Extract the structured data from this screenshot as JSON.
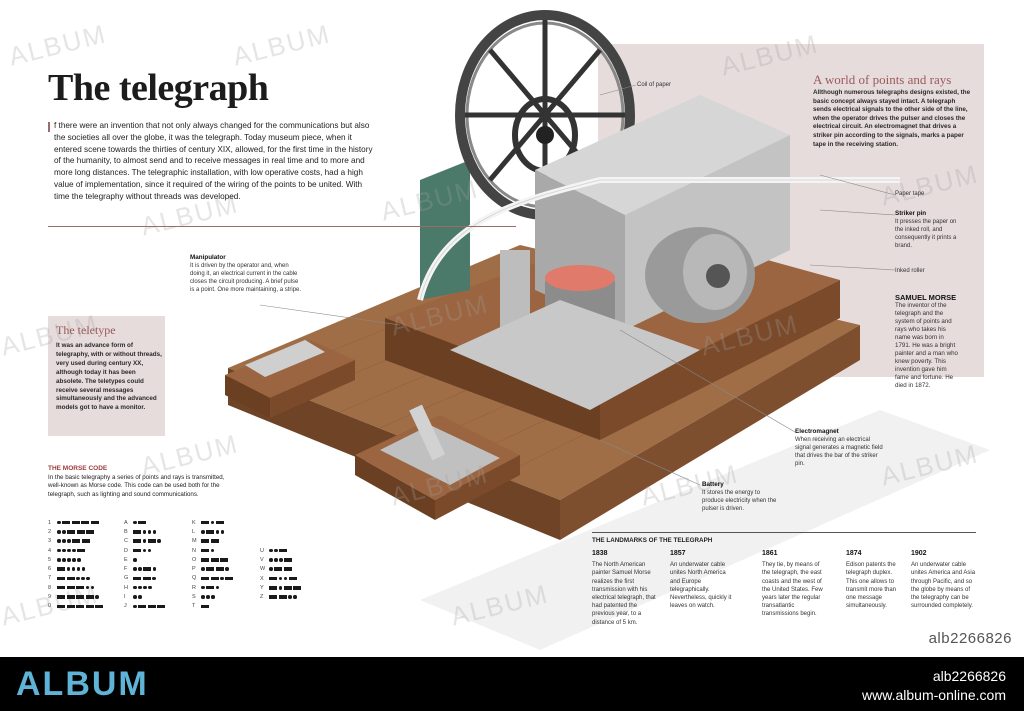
{
  "title": "The telegraph",
  "intro": "f there were an invention that not only always changed for the communications but also the societies all over the globe, it was the telegraph. Today museum piece, when it entered scene towards the thirties of century XIX, allowed, for the first time in the history of the humanity, to almost send and to receive messages in real time and to more and more long distances. The telegraphic installation, with low operative costs, had a high value of implementation, since it required of the wiring of the points to be united. With time the telegraphy without threads was developed.",
  "world": {
    "title": "A world of points and rays",
    "text": "Allthough numerous telegraphs designs existed, the basic concept always stayed intact. A telegraph sends electrical signals to the other side of the line, when the operator drives the pulser and closes the electrical circuit. An electromagnet that drives a striker pin according to the signals, marks a paper tape in the receiving station."
  },
  "teletype": {
    "title": "The teletype",
    "text": "It was an advance form of telegraphy, with or without threads, very used during century XX, although today it has been absolete. The teletypes could receive several messages simultaneously and the advanced models got to have a monitor."
  },
  "callouts": {
    "coil": "Coil of paper",
    "paper_tape": "Paper tape",
    "striker_title": "Striker pin",
    "striker_text": "It presses the paper on the inked roll, and consequently it prints a brand.",
    "inked_roller": "Inked roller",
    "morse_title": "SAMUEL MORSE",
    "morse_text": "The inventor of the telegraph and the system of points and rays who takes his name was born in 1791. He was a bright painter and a man who knew poverty. This invention gave him fame and fortune. He died in 1872.",
    "manipulator_title": "Manipulator",
    "manipulator_text": "It is driven by the operator and, when doing it, an electrical current in the cable closes the circuit producing. A brief pulse is a point. One more maintaining, a stripe.",
    "electromagnet_title": "Electromagnet",
    "electromagnet_text": "When receiving an electrical signal generates a magnetic field that drives the bar of the striker pin.",
    "battery_title": "Battery",
    "battery_text": "It stores the energy to produce electricity when the pulser is driven."
  },
  "morse": {
    "title": "THE MORSE CODE",
    "text": "In the basic telegraphy a series of points and rays is transmitted, well-known as Morse code. This code can be used both for the telegraph, such as lighting and sound communications.",
    "digits": [
      {
        "k": "1",
        "c": ".----"
      },
      {
        "k": "2",
        "c": "..---"
      },
      {
        "k": "3",
        "c": "...--"
      },
      {
        "k": "4",
        "c": "....-"
      },
      {
        "k": "5",
        "c": "....."
      },
      {
        "k": "6",
        "c": "-...."
      },
      {
        "k": "7",
        "c": "--..."
      },
      {
        "k": "8",
        "c": "---.."
      },
      {
        "k": "9",
        "c": "----."
      },
      {
        "k": "0",
        "c": "-----"
      }
    ],
    "letters1": [
      {
        "k": "A",
        "c": ".-"
      },
      {
        "k": "B",
        "c": "-..."
      },
      {
        "k": "C",
        "c": "-.-."
      },
      {
        "k": "D",
        "c": "-.."
      },
      {
        "k": "E",
        "c": "."
      },
      {
        "k": "F",
        "c": "..-."
      },
      {
        "k": "G",
        "c": "--."
      },
      {
        "k": "H",
        "c": "...."
      },
      {
        "k": "I",
        "c": ".."
      },
      {
        "k": "J",
        "c": ".---"
      }
    ],
    "letters2": [
      {
        "k": "K",
        "c": "-.-"
      },
      {
        "k": "L",
        "c": ".-.."
      },
      {
        "k": "M",
        "c": "--"
      },
      {
        "k": "N",
        "c": "-."
      },
      {
        "k": "O",
        "c": "---"
      },
      {
        "k": "P",
        "c": ".--."
      },
      {
        "k": "Q",
        "c": "--.-"
      },
      {
        "k": "R",
        "c": ".-."
      },
      {
        "k": "S",
        "c": "..."
      },
      {
        "k": "T",
        "c": "-"
      }
    ],
    "letters3": [
      {
        "k": "U",
        "c": "..-"
      },
      {
        "k": "V",
        "c": "...-"
      },
      {
        "k": "W",
        "c": ".--"
      },
      {
        "k": "X",
        "c": "-..-"
      },
      {
        "k": "Y",
        "c": "-.--"
      },
      {
        "k": "Z",
        "c": "--.."
      }
    ]
  },
  "landmarks": {
    "title": "THE LANDMARKS OF THE TELEGRAPH",
    "items": [
      {
        "year": "1838",
        "text": "The North American painter Samuel Morse realizes the first transmission with his electrical telegraph, that had patented the previous year, to a distance of 5 km."
      },
      {
        "year": "1857",
        "text": "An underwater cable unites North America and Europe telegraphically. Nevertheless, quickly it leaves on watch."
      },
      {
        "year": "1861",
        "text": "They tie, by means of the telegraph, the east coasts and the west of the United States. Few years later the regular transatlantic transmissions begin."
      },
      {
        "year": "1874",
        "text": "Edison patents the telegraph duplex. This one allows to transmit more than one message simultaneously."
      },
      {
        "year": "1902",
        "text": "An underwater cable unites America and Asia through Pacific, and so the globe by means of the telegraphy can be surrounded completely."
      }
    ]
  },
  "watermark": "ALBUM",
  "stock_id": "alb2266826",
  "footer": {
    "logo": "ALBUM",
    "id": "alb2266826",
    "url": "www.album-online.com"
  },
  "colors": {
    "accent": "#9c5a5a",
    "panel": "#e6dcdc",
    "wood": "#8a5a38",
    "logo": "#5fb3d6"
  }
}
